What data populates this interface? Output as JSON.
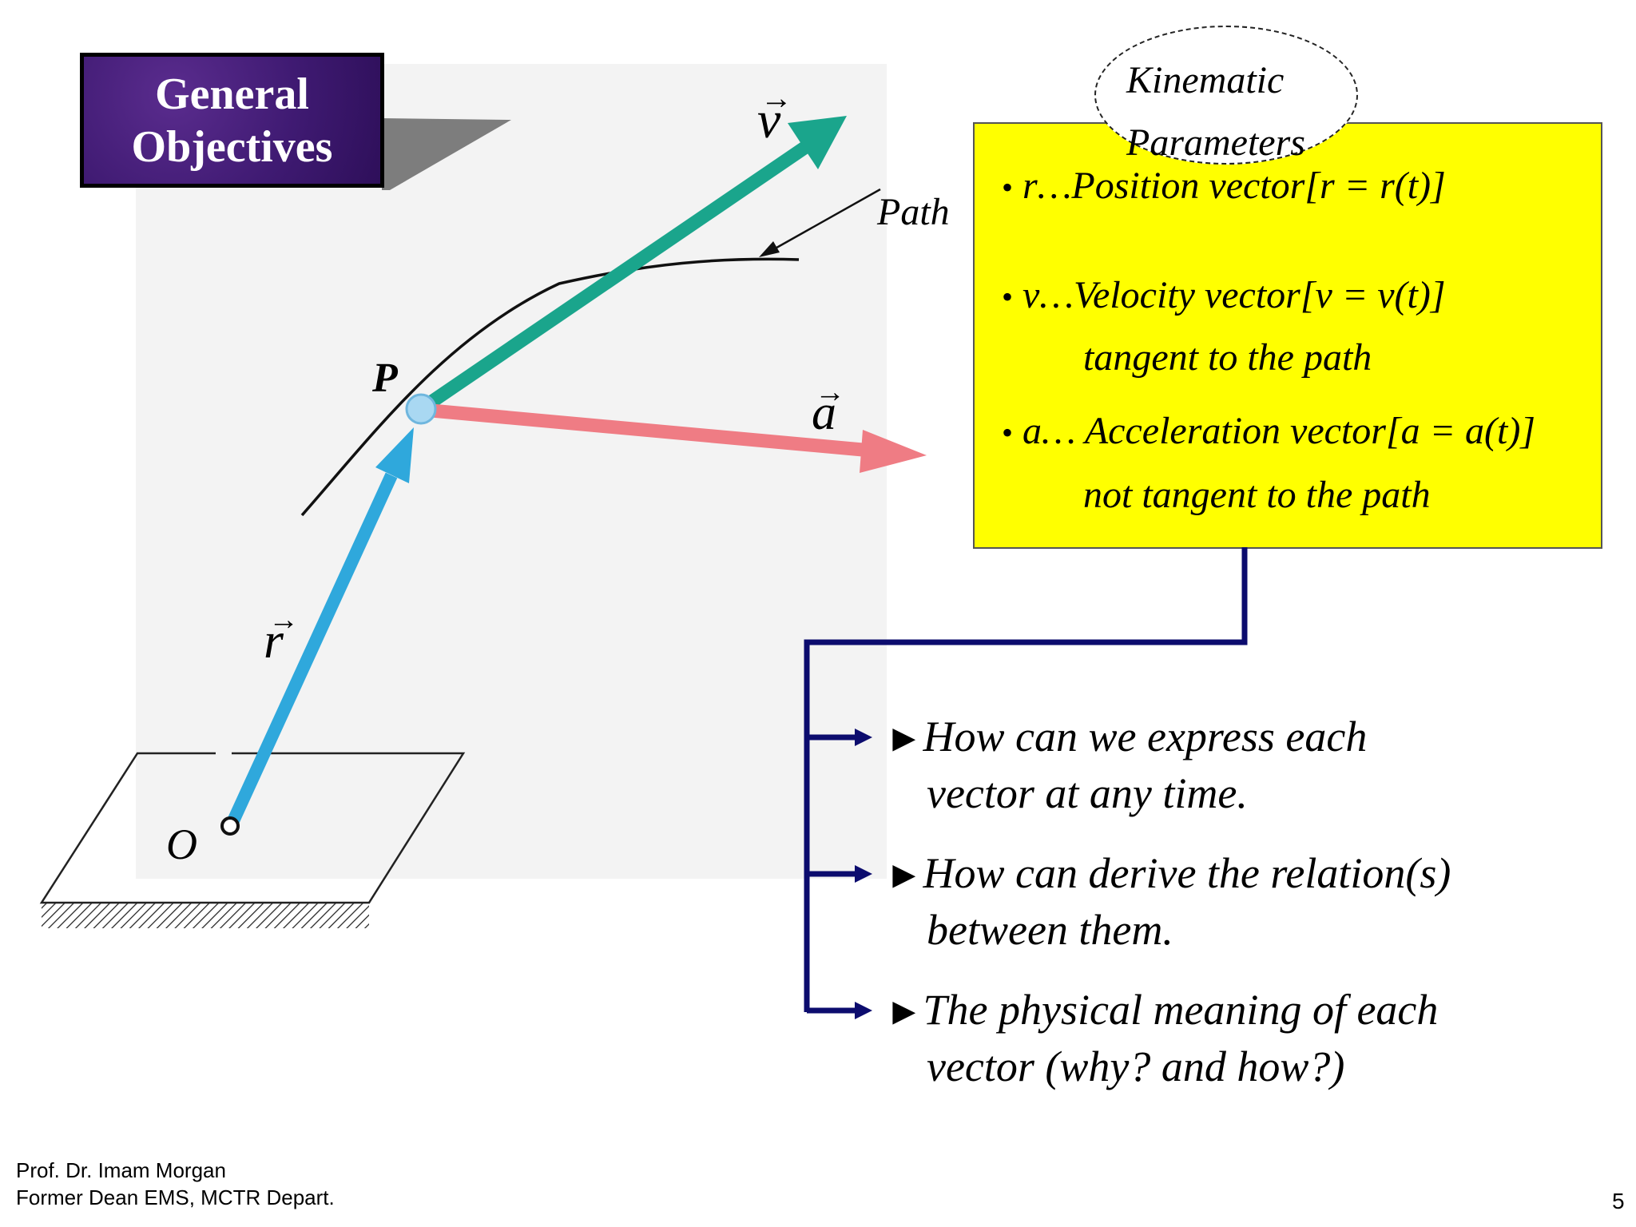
{
  "badge": {
    "line1": "General",
    "line2": "Objectives"
  },
  "diagram": {
    "label_v": "v",
    "label_a": "a",
    "label_r": "r",
    "label_p": "P",
    "label_o": "O",
    "label_path": "Path",
    "colors": {
      "velocity": "#1aa58c",
      "acceleration": "#ef7c84",
      "position": "#2fa8dc",
      "point": "#a9d8f2"
    }
  },
  "kinematic": {
    "title_line1": "Kinematic",
    "title_line2": "Parameters",
    "bullet": "•",
    "items": [
      {
        "symbol": "r",
        "text": "…Position vector",
        "formula": "[r = r(t)]"
      },
      {
        "symbol": "v",
        "text": "…Velocity vector",
        "formula": "[v = v(t)]",
        "note": "tangent to the path"
      },
      {
        "symbol": "a",
        "text": "… Acceleration vector",
        "formula": "[a = a(t)]",
        "note": "not tangent to the path"
      }
    ],
    "box_color": "#ffff00"
  },
  "questions": {
    "marker": "►",
    "items": [
      {
        "line1": "How can we express each",
        "line2": "vector at any time."
      },
      {
        "line1": "How can derive the relation(s)",
        "line2": "between them."
      },
      {
        "line1": "The physical meaning of each",
        "line2": "vector (why? and how?)"
      }
    ],
    "connector_color": "#0c0c6e"
  },
  "footer": {
    "line1": "Prof. Dr. Imam Morgan",
    "line2": "Former Dean EMS, MCTR Depart."
  },
  "page_number": "5"
}
